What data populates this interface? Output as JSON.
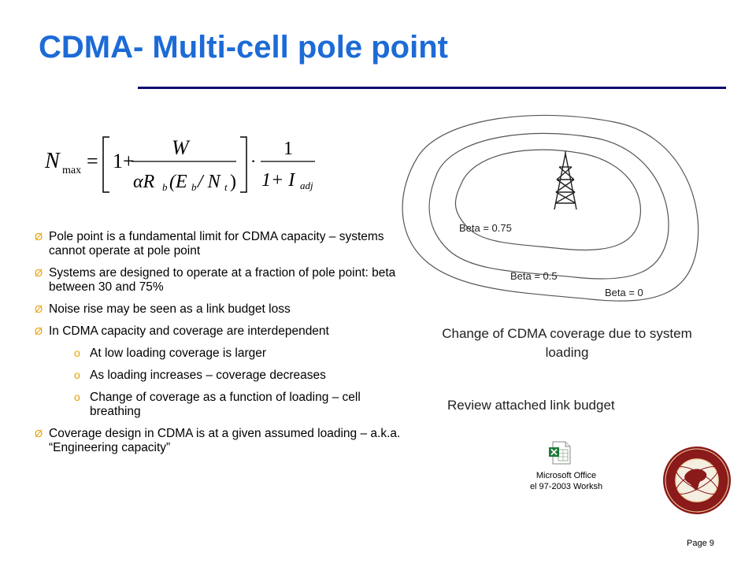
{
  "slide": {
    "title": "CDMA- Multi-cell pole point",
    "page_label": "Page 9"
  },
  "formula": {
    "lhs": "N",
    "lhs_sub": "max",
    "one": "1+",
    "num_w": "W",
    "den_alpha": "αR",
    "den_b": "b",
    "den_ebnt": "(E",
    "den_eb_sub": "b",
    "den_slash": "/ N",
    "den_nt_sub": "t",
    "den_close": ")",
    "num_1": "1",
    "den2": "1+ I",
    "den2_sub": "adj"
  },
  "bullets": [
    {
      "text": "Pole point is a fundamental limit for CDMA capacity – systems cannot operate at pole point"
    },
    {
      "text": "Systems are designed to operate at a fraction of pole point: beta between 30 and 75%"
    },
    {
      "text": "Noise rise may be seen as a link budget loss"
    },
    {
      "text": "In CDMA capacity and coverage are interdependent"
    }
  ],
  "sub_bullets": [
    {
      "text": "At low loading coverage is larger"
    },
    {
      "text": "As loading increases – coverage decreases"
    },
    {
      "text": "Change of coverage as a function of loading – cell breathing"
    }
  ],
  "last_bullet": {
    "text": "Coverage design in CDMA is at a given assumed loading – a.k.a. “Engineering capacity”"
  },
  "bullet_marker": "Ø",
  "sub_marker": "o",
  "coverage_diagram": {
    "labels": [
      "Beta = 0.75",
      "Beta = 0.5",
      "Beta = 0"
    ]
  },
  "caption": "Change of CDMA coverage due to system loading",
  "review_text": "Review attached link budget",
  "attachment": {
    "line1": "Microsoft Office",
    "line2": "el 97-2003 Worksh",
    "icon": "excel-icon"
  },
  "colors": {
    "title": "#1c6bd6",
    "rule": "#0a0a6e",
    "bullet_marker": "#e8a000"
  }
}
